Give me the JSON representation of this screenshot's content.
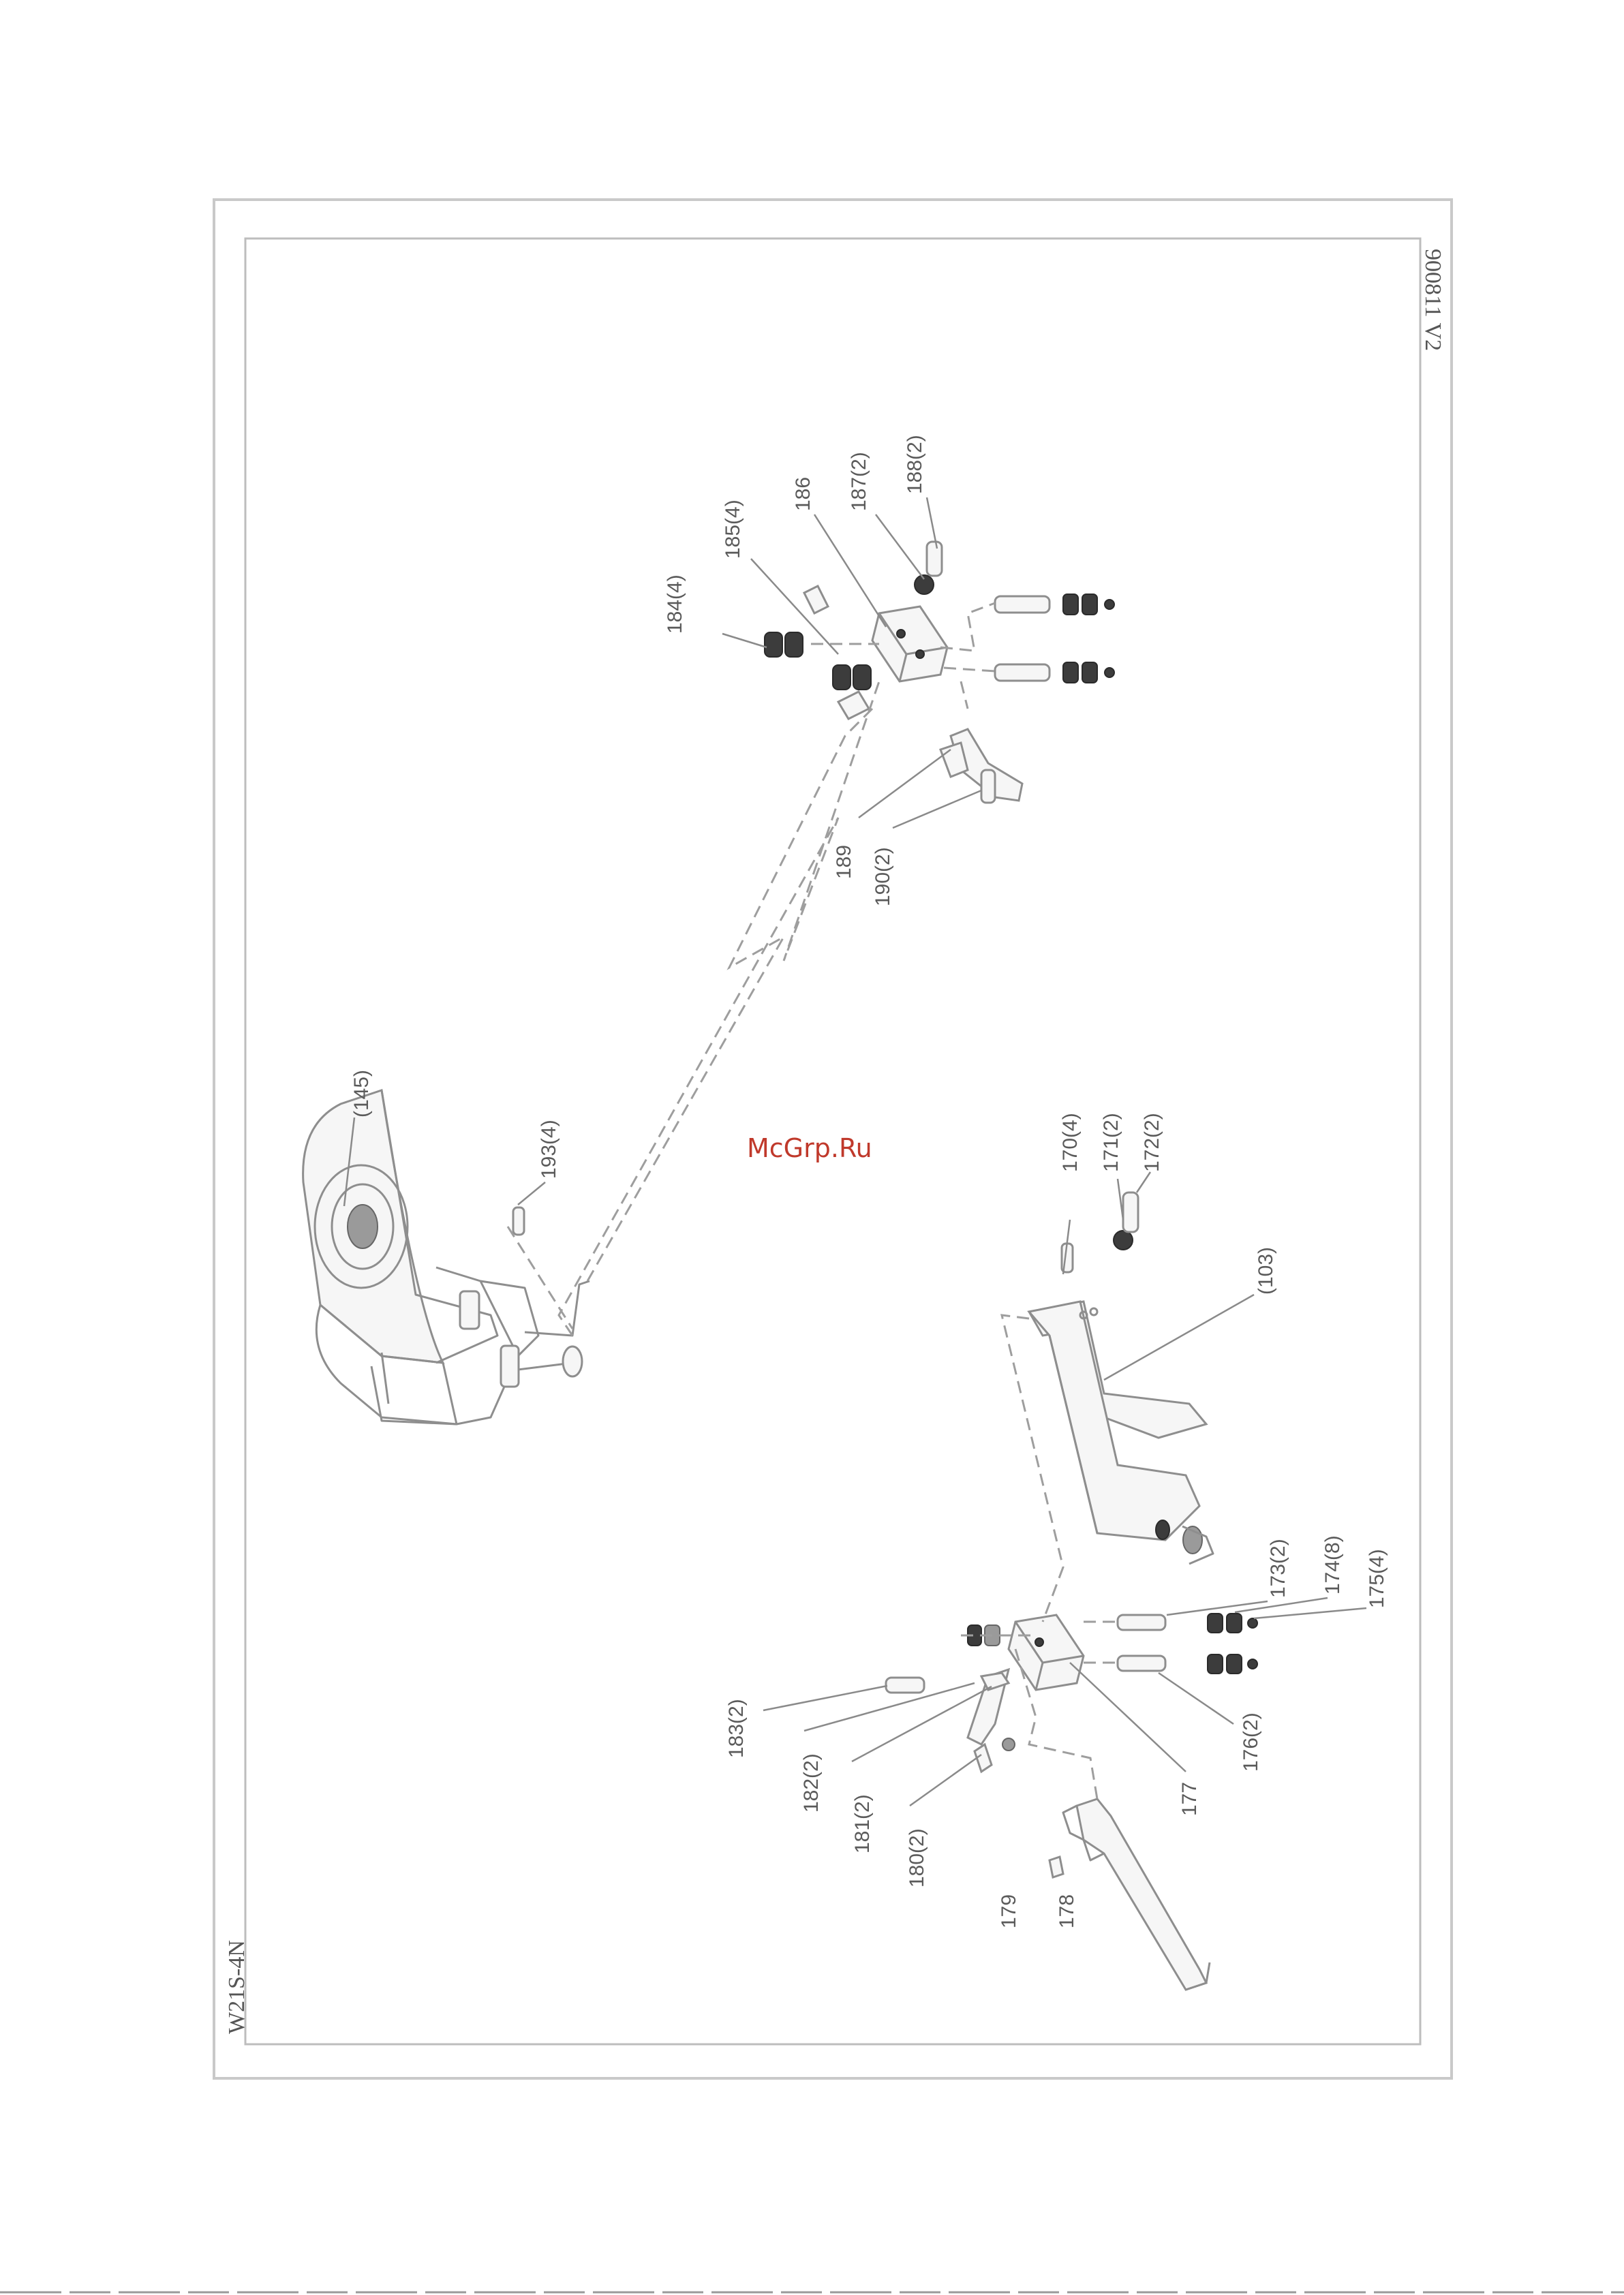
{
  "drawing": {
    "model": "W21S-4N",
    "revision": "900811  V2",
    "watermark": "McGrp.Ru"
  },
  "labels": {
    "145": "(145)",
    "103": "(103)",
    "170": "170(4)",
    "171": "171(2)",
    "172": "172(2)",
    "173": "173(2)",
    "174": "174(8)",
    "175": "175(4)",
    "176": "176(2)",
    "177": "177",
    "178": "178",
    "179": "179",
    "180": "180(2)",
    "181": "181(2)",
    "182": "182(2)",
    "183": "183(2)",
    "184": "184(4)",
    "185": "185(4)",
    "186": "186",
    "187": "187(2)",
    "188": "188(2)",
    "189": "189",
    "190": "190(2)",
    "193": "193(4)"
  }
}
